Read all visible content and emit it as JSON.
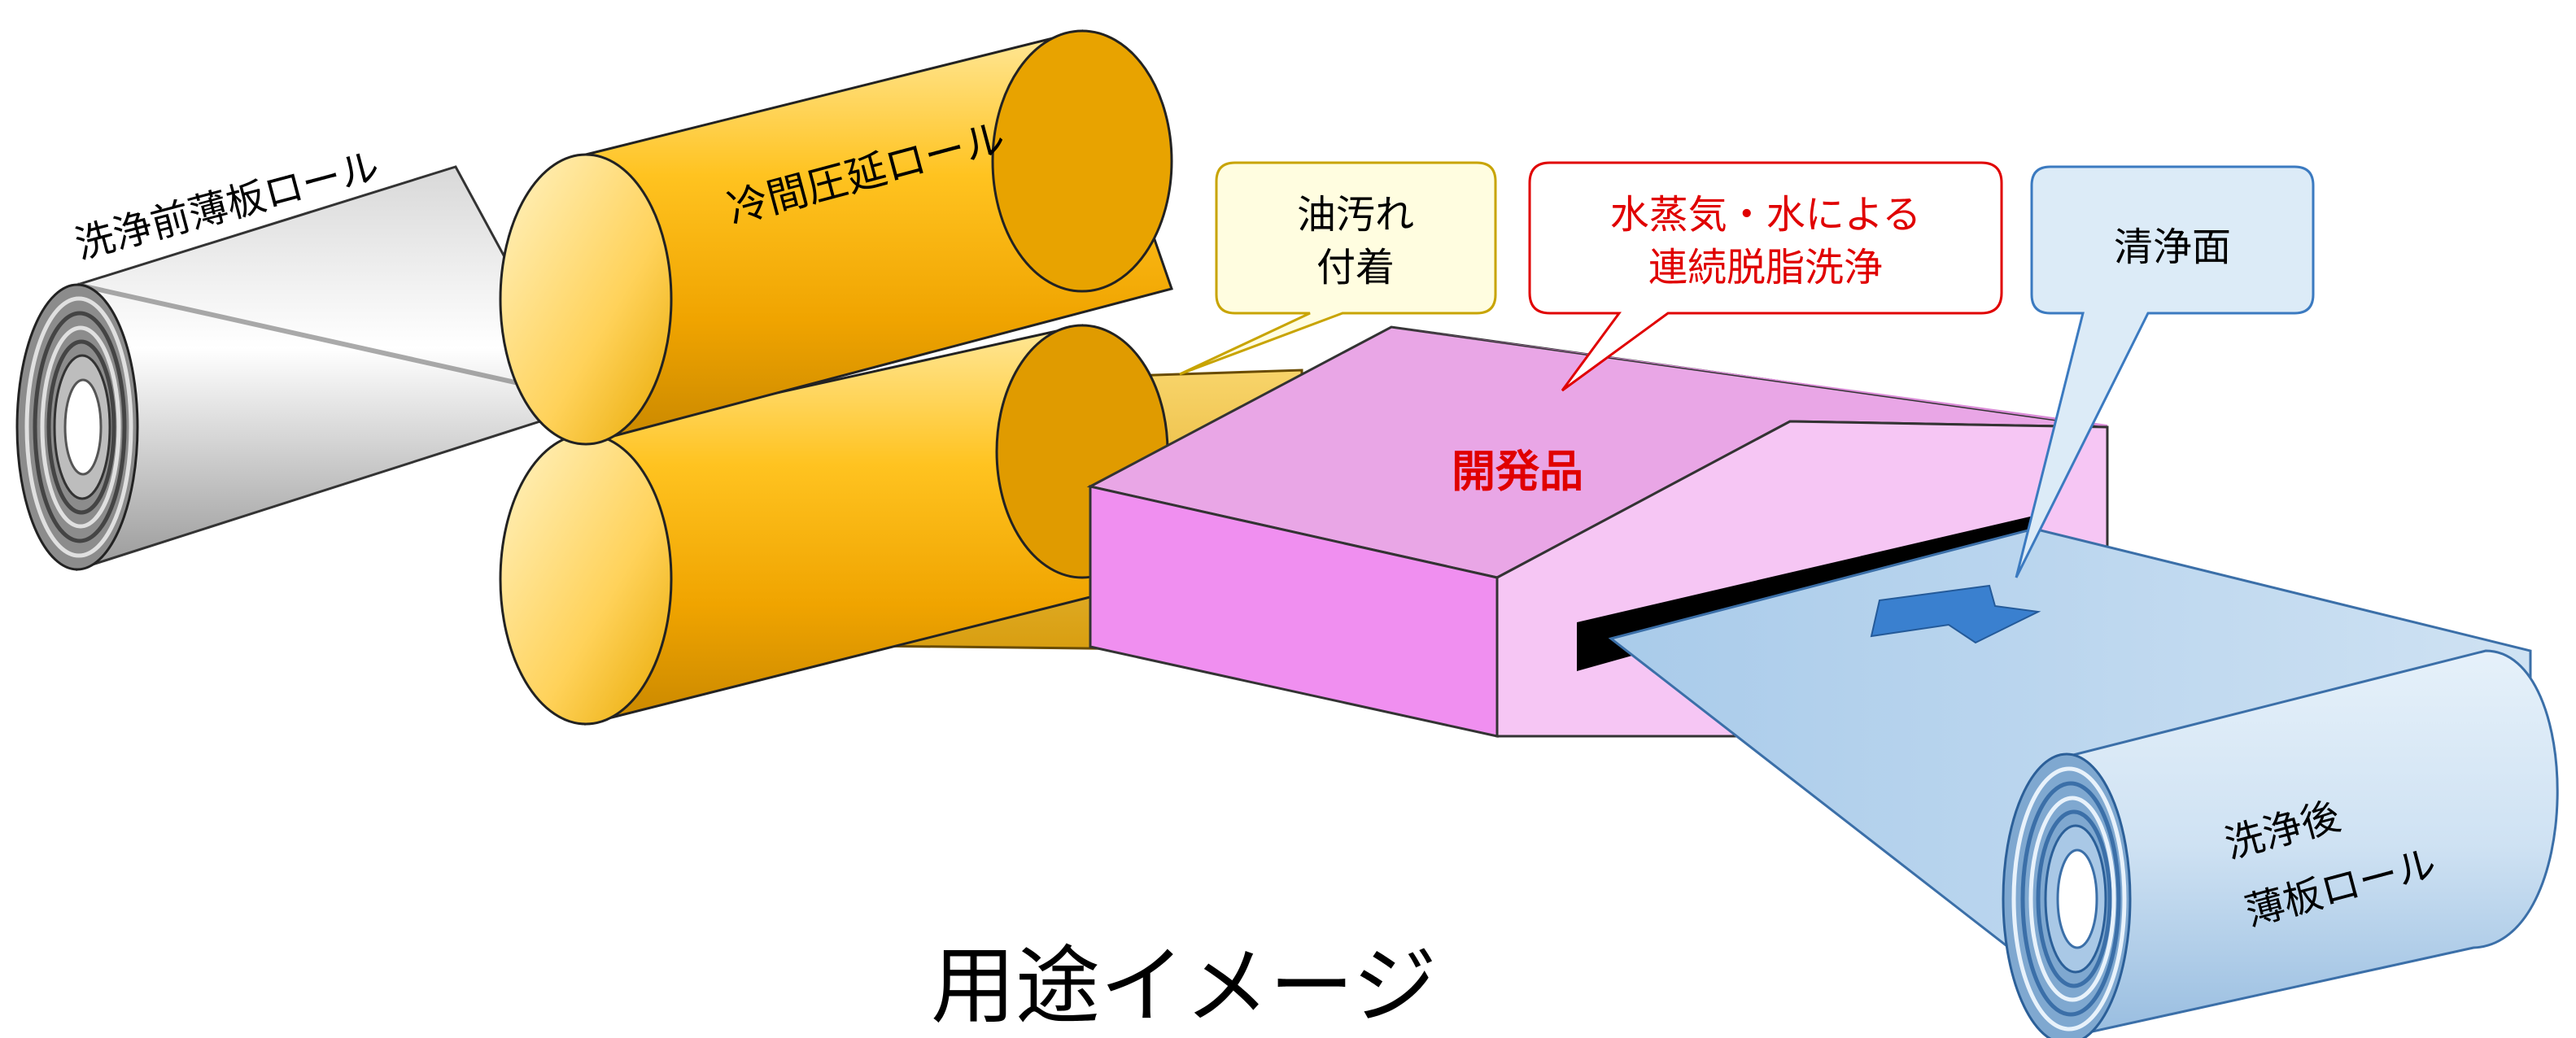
{
  "title": "用途イメージ",
  "labels": {
    "before_roll": "洗浄前薄板ロール",
    "rolling_roll": "冷間圧延ロール",
    "product": "開発品",
    "after_roll_line1": "洗浄後",
    "after_roll_line2": "薄板ロール"
  },
  "callouts": {
    "oil": {
      "line1": "油汚れ",
      "line2": "付着"
    },
    "cleaning": {
      "line1": "水蒸気・水による",
      "line2": "連続脱脂洗浄"
    },
    "clean_surface": {
      "line1": "清浄面"
    }
  },
  "colors": {
    "gold": "#f5b000",
    "pink_front": "#f08ff0",
    "pink_top": "#e9a6e6",
    "pink_side": "#f6c6f4",
    "light_blue": "#bcd8ee",
    "arrow_blue": "#3a80cf",
    "callout_oil_fill": "#fffde0",
    "callout_oil_stroke": "#c8a400",
    "callout_red": "#e00000",
    "callout_blue_fill": "#dcebf7",
    "callout_blue_stroke": "#3b7ac0"
  }
}
